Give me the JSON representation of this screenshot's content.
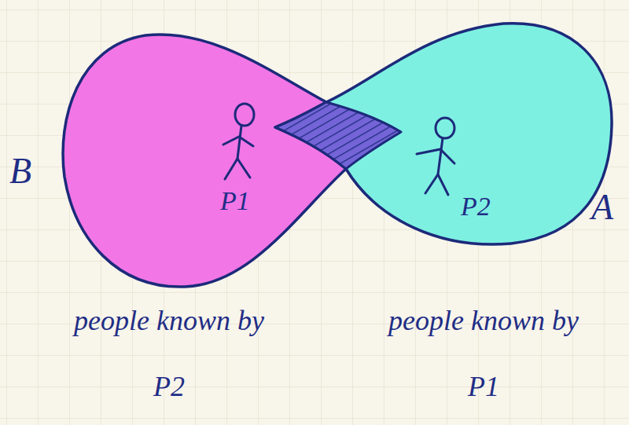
{
  "diagram": {
    "nodes": [
      {
        "text": [
          "B",
          "people known by P2"
        ]
      },
      {
        "text": [
          "P1"
        ],
        "in": 0
      },
      {
        "text": [
          "A",
          "people known by P1"
        ]
      },
      {
        "text": [
          "P2"
        ],
        "in": 2
      }
    ]
  }
}
